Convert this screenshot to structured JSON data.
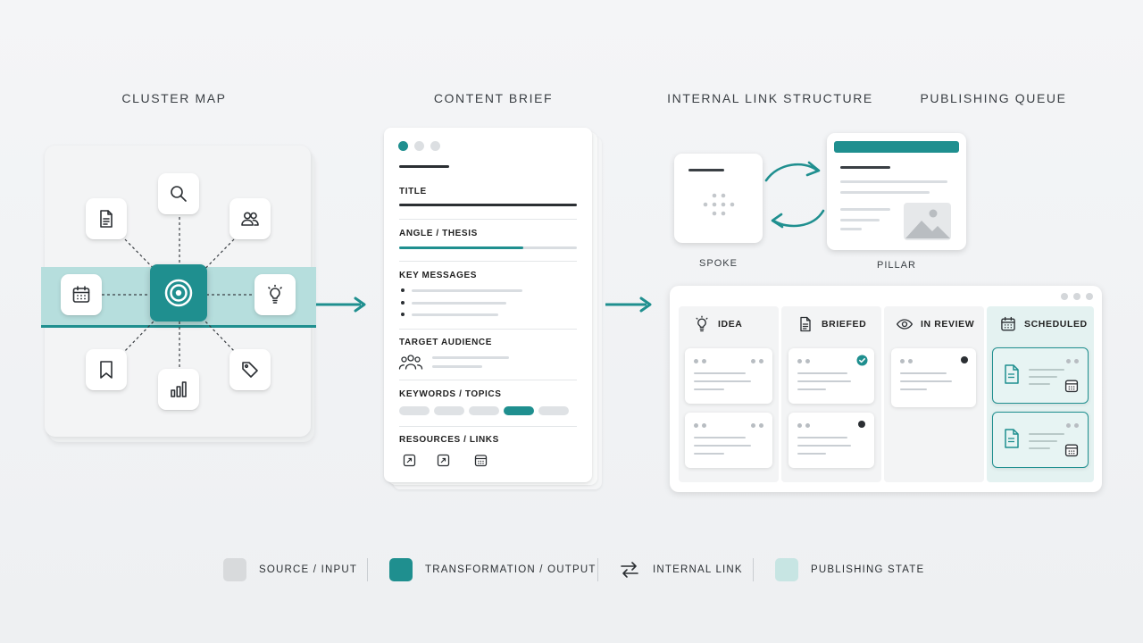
{
  "headings": {
    "cluster_map": "CLUSTER MAP",
    "content_brief": "CONTENT BRIEF",
    "internal_link_structure": "INTERNAL LINK STRUCTURE",
    "publishing_queue": "PUBLISHING QUEUE"
  },
  "cluster_map": {
    "center_icon": "target-icon",
    "nodes": [
      "search-icon",
      "people-icon",
      "lightbulb-icon",
      "tag-icon",
      "bar-chart-icon",
      "bookmark-icon",
      "calendar-icon",
      "document-icon"
    ]
  },
  "brief": {
    "sections": {
      "title": "TITLE",
      "angle": "ANGLE / THESIS",
      "key_messages": "KEY MESSAGES",
      "audience": "TARGET AUDIENCE",
      "keywords": "KEYWORDS / TOPICS",
      "resources": "RESOURCES / LINKS"
    }
  },
  "links": {
    "spoke": "SPOKE",
    "pillar": "PILLAR"
  },
  "queue": {
    "columns": [
      {
        "label": "IDEA",
        "icon": "lightbulb-icon"
      },
      {
        "label": "BRIEFED",
        "icon": "document-icon"
      },
      {
        "label": "IN REVIEW",
        "icon": "eye-icon"
      },
      {
        "label": "SCHEDULED",
        "icon": "calendar-icon"
      }
    ]
  },
  "legend": {
    "source": "SOURCE / INPUT",
    "transformation": "TRANSFORMATION / OUTPUT",
    "internal_link": "INTERNAL LINK",
    "publishing_state": "PUBLISHING STATE"
  },
  "colors": {
    "teal": "#1f8f8f",
    "teal_light": "#b7dfdf",
    "teal_pale": "#e4f2f1",
    "gray_source": "#d8dadc"
  }
}
